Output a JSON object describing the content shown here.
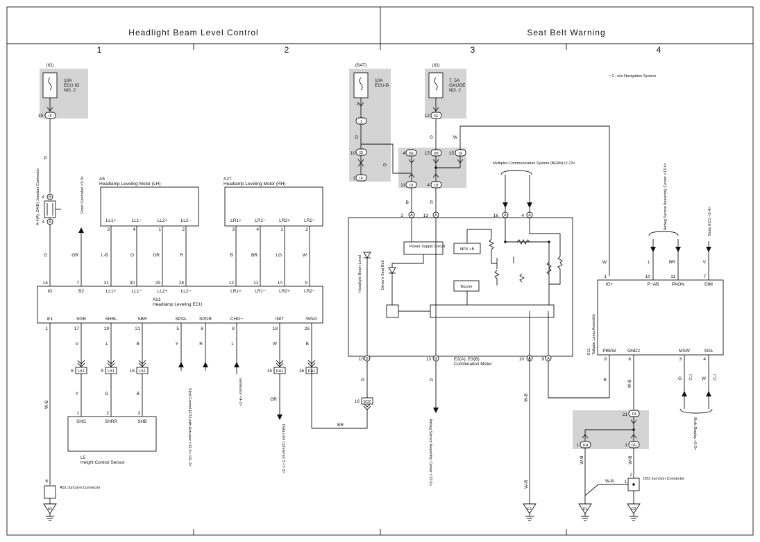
{
  "header": {
    "left_title": "Headlight Beam Level Control",
    "right_title": "Seat Belt Warning"
  },
  "columns": [
    "1",
    "2",
    "3",
    "4"
  ],
  "note": "• 1 : w/o Navigation System",
  "fuses": {
    "ig1": {
      "source": "(IG)",
      "rating": "10A",
      "name1": "ECU IG",
      "name2": "NO. 2",
      "pin": "19",
      "conn": "IF"
    },
    "bat": {
      "source": "(BAT)",
      "rating": "10A",
      "name1": "ECU-B",
      "pin": "2"
    },
    "ig2": {
      "source": "(IG)",
      "rating": "7. 5A",
      "name1": "GAUGE",
      "name2": "NO. 2",
      "pin": "12",
      "conn": "IG"
    }
  },
  "junction_a4": {
    "label": "A-4(A), D4(B) Junction Connector",
    "top_pin": "4",
    "top_conn": "B",
    "bot_pin": "4",
    "bot_conn": "A"
  },
  "wire_colors": {
    "p": "P",
    "g": "G",
    "gr": "GR",
    "o": "O",
    "w": "W",
    "lb": "L-B",
    "wb": "W-B",
    "v": "V",
    "l": "L",
    "b": "B",
    "y": "Y",
    "r": "R",
    "br": "BR",
    "lg": "LG"
  },
  "front_controller": "Front Controller <3-3>",
  "motor_lh": {
    "id": "A5",
    "name": "Headlamp Leveling Motor (LH)",
    "pins": [
      "LL1+",
      "LL1−",
      "LL2+",
      "LL2−"
    ],
    "nums": [
      "3",
      "4",
      "1",
      "2"
    ],
    "colors": [
      "L-B",
      "O",
      "GR",
      "R"
    ]
  },
  "motor_rh": {
    "id": "A27",
    "name": "Headlamp Leveling Motor (RH)",
    "pins": [
      "LR1+",
      "LR1−",
      "LR2+",
      "LR2−"
    ],
    "nums": [
      "3",
      "4",
      "1",
      "2"
    ],
    "colors": [
      "B",
      "BR",
      "LG",
      "W"
    ]
  },
  "ecu": {
    "id": "A21",
    "name": "Headlamp Leveling ECU",
    "top": [
      {
        "n": "14",
        "p": "IG"
      },
      {
        "n": "7",
        "p": "B2"
      },
      {
        "n": "31",
        "p": "LL1+"
      },
      {
        "n": "30",
        "p": "LL1−"
      },
      {
        "n": "29",
        "p": "LL2+"
      },
      {
        "n": "28",
        "p": "LL2−"
      },
      {
        "n": "12",
        "p": "LR1+"
      },
      {
        "n": "11",
        "p": "LR1−"
      },
      {
        "n": "10",
        "p": "LR2+"
      },
      {
        "n": "9",
        "p": "LR2−"
      }
    ],
    "bottom": [
      {
        "n": "1",
        "p": "E1"
      },
      {
        "n": "17",
        "p": "SGR"
      },
      {
        "n": "19",
        "p": "SHRL"
      },
      {
        "n": "21",
        "p": "SBR"
      },
      {
        "n": "5",
        "p": "SPDL"
      },
      {
        "n": "6",
        "p": "SPDR"
      },
      {
        "n": "8",
        "p": "CHG−"
      },
      {
        "n": "18",
        "p": "INIT"
      },
      {
        "n": "26",
        "p": "WNG"
      }
    ]
  },
  "la1": [
    "6",
    "LA1",
    "5",
    "LA1",
    "16",
    "LA1"
  ],
  "da1": [
    "15",
    "DA1",
    "16",
    "DA1"
  ],
  "height_sensor": {
    "id": "L5",
    "name": "Height Control Sensor",
    "pins": [
      "SHG",
      "SHRR",
      "SHB"
    ],
    "nums": [
      "1",
      "2",
      "3"
    ],
    "colors": [
      "Y",
      "G",
      "B"
    ]
  },
  "skid": "Skid Control ECU with Actuator <11-3> <11-3>",
  "generator": "Generator <4-3>",
  "dlc": "Data Link Connector 3 <7-3>",
  "a52": {
    "pin": "6",
    "name": "A52 Junction Connector",
    "ground": "A2"
  },
  "meter": {
    "id": "E2(A), E3(B)",
    "name": "Combination Meter",
    "top": [
      {
        "n": "2",
        "c": "A"
      },
      {
        "n": "13",
        "c": "A"
      },
      {
        "n": "16",
        "c": "A"
      },
      {
        "n": "4",
        "c": "A"
      }
    ],
    "bottom": [
      {
        "n": "10",
        "c": "B"
      },
      {
        "n": "13",
        "c": "B"
      },
      {
        "n": "10",
        "c": "A"
      },
      {
        "n": "9",
        "c": "A"
      }
    ],
    "labels": {
      "psc": "Power Supply Circuit",
      "mpx": "MPX +B",
      "buzzer": "Buzzer",
      "hbl": "Headlight Beam Level",
      "dsb": "Driver's Seat Belt"
    }
  },
  "multiplex": "Multiplex Communication System (BEAN)<2-23>",
  "jconn": {
    "id": "10",
    "c": "ID",
    "if1": "1",
    "c2": "IF",
    "de": "4",
    "dec": "DE",
    "dk": "15",
    "dkc": "DK",
    "di": "15",
    "dic": "DI",
    "di11": "11",
    "di11c": "DI",
    "di4": "4",
    "di4c": "DI"
  },
  "ed2": {
    "pin": "16",
    "c": "ED2"
  },
  "airbag_meter": "Airbag Sensor Assembly Center <13-5>",
  "airbag_top": "Airbag Sensor Assembly Center <13-4>",
  "body_ecu": "Body ECU <3-4>",
  "tail": {
    "id": "E11",
    "name": "Tailgate Lamp Assembly",
    "top": [
      {
        "n": "1",
        "p": "IG+"
      },
      {
        "n": "10",
        "p": "P−AB"
      },
      {
        "n": "11",
        "p": "PAON"
      },
      {
        "n": "7",
        "p": "DIM"
      }
    ],
    "bottom": [
      {
        "n": "9",
        "p": "PBEW"
      },
      {
        "n": "6",
        "p": "GND2"
      },
      {
        "n": "3",
        "p": "MSW"
      },
      {
        "n": "4",
        "p": "SG1"
      }
    ]
  },
  "multi_display": "Multi-Display <5-2>",
  "star": "(*1)",
  "d_conn": {
    "di": "21",
    "dic": "DI",
    "dh": "1",
    "dhc": "DH",
    "dg": "1",
    "dgc": "DG"
  },
  "d53": {
    "name": "D53 Junction Connector",
    "p1": "1",
    "p2": "2"
  },
  "grounds": [
    "E1",
    "D1",
    "D2"
  ]
}
